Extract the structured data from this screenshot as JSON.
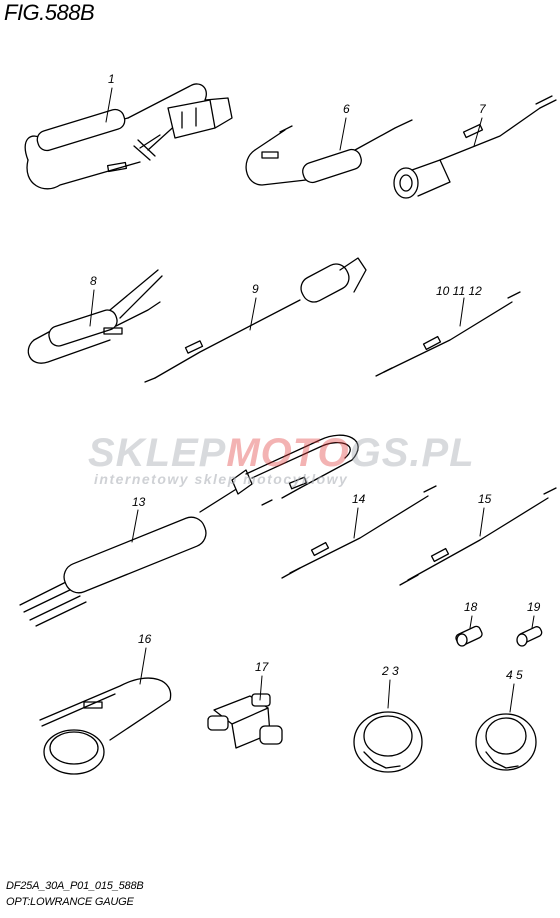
{
  "title": "FIG.588B",
  "footer": {
    "code": "DF25A_30A_P01_015_588B",
    "caption": "OPT:LOWRANCE GAUGE"
  },
  "watermark": {
    "brand_part1": "SKLEP",
    "brand_part2": "MOTO",
    "brand_part3": "GS.PL",
    "tagline": "internetowy sklep motocyklowy",
    "color_gray": "#9aa0a8",
    "color_red": "#e23a3a"
  },
  "callouts": [
    {
      "id": "part-1",
      "label": "1"
    },
    {
      "id": "part-6",
      "label": "6"
    },
    {
      "id": "part-7",
      "label": "7"
    },
    {
      "id": "part-8",
      "label": "8"
    },
    {
      "id": "part-9",
      "label": "9"
    },
    {
      "id": "part-10-11-12",
      "label": "10 11 12"
    },
    {
      "id": "part-13",
      "label": "13"
    },
    {
      "id": "part-14",
      "label": "14"
    },
    {
      "id": "part-15",
      "label": "15"
    },
    {
      "id": "part-16",
      "label": "16"
    },
    {
      "id": "part-17",
      "label": "17"
    },
    {
      "id": "part-18",
      "label": "18"
    },
    {
      "id": "part-19",
      "label": "19"
    },
    {
      "id": "part-2-3",
      "label": "2 3"
    },
    {
      "id": "part-4-5",
      "label": "4 5"
    }
  ]
}
